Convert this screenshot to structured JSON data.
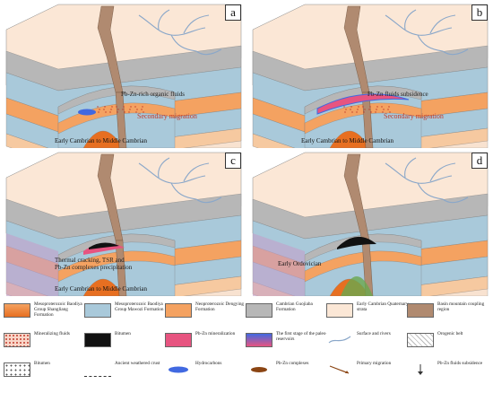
{
  "panels": [
    {
      "label": "a",
      "time": "Early Cambrian to Middle Cambrian",
      "notes": [
        "Pb-Zn-rich organic fluids"
      ],
      "migration": "Secondary migration"
    },
    {
      "label": "b",
      "time": "Early Cambrian to Middle Cambrian",
      "notes": [
        "Pb-Zn fluids subsidence"
      ],
      "migration": "Secondary migration"
    },
    {
      "label": "c",
      "time": "Early Cambrian to Middle Cambrian",
      "notes": [
        "Thermal cracking, TSR and",
        "Pb-Zn complexes precipitation"
      ],
      "migration": ""
    },
    {
      "label": "d",
      "time": "Early Ordovician",
      "notes": [],
      "migration": ""
    }
  ],
  "colors": {
    "top_surface": "#fbe7d6",
    "front_wall": "#f8e2d0",
    "river": "#8aa7c9",
    "fault": "#b08a70",
    "grey_strata": "#b7b7b7",
    "blue_strata": "#a9c9da",
    "orange_strata": "#f4a261",
    "deep_orange": "#e76f21",
    "purple_zone": "#c4a0c9",
    "bitumen": "#111111",
    "hydrocarbon": "#4169e1",
    "complex": "#8b4513",
    "pink": "#e75480",
    "green_cap": "#6aa84f"
  },
  "legend": [
    {
      "text": "Mesoproterozoic Baodiya Group Shangliang Formation",
      "icon": "swatch-orange-core"
    },
    {
      "text": "Mesoproterozoic Baodiya Group Mawozi Formation",
      "icon": "swatch-blue"
    },
    {
      "text": "Neoproterozoic Dengying Formation",
      "icon": "swatch-orange"
    },
    {
      "text": "Cambrian Guojiaba Formation",
      "icon": "swatch-grey"
    },
    {
      "text": "Early Cambrian Quaternary strata",
      "icon": "swatch-cream"
    },
    {
      "text": "Basin mountain coupling region",
      "icon": "swatch-brown"
    },
    {
      "text": "Mineralizing fluids",
      "icon": "swatch-red-dots"
    },
    {
      "text": "Bitumen",
      "icon": "swatch-black"
    },
    {
      "text": "Pb-Zn mineralization",
      "icon": "swatch-magenta"
    },
    {
      "text": "The first stage of the paleo-reservoirs",
      "icon": "swatch-blue-red"
    },
    {
      "text": "Surface and rivers",
      "icon": "river-icon"
    },
    {
      "text": "Orogenic belt",
      "icon": "hatch-icon"
    },
    {
      "text": "Bitumen",
      "icon": "dots-icon"
    },
    {
      "text": "Ancient weathered crust",
      "icon": "crust-icon"
    },
    {
      "text": "Hydrocarbons",
      "icon": "ellipse-blue-icon"
    },
    {
      "text": "Pb-Zn complexes",
      "icon": "ellipse-brown-icon"
    },
    {
      "text": "Primary migration",
      "icon": "arrow-diagonal-icon"
    },
    {
      "text": "Pb-Zn fluids subsidence",
      "icon": "arrow-down-icon"
    }
  ]
}
